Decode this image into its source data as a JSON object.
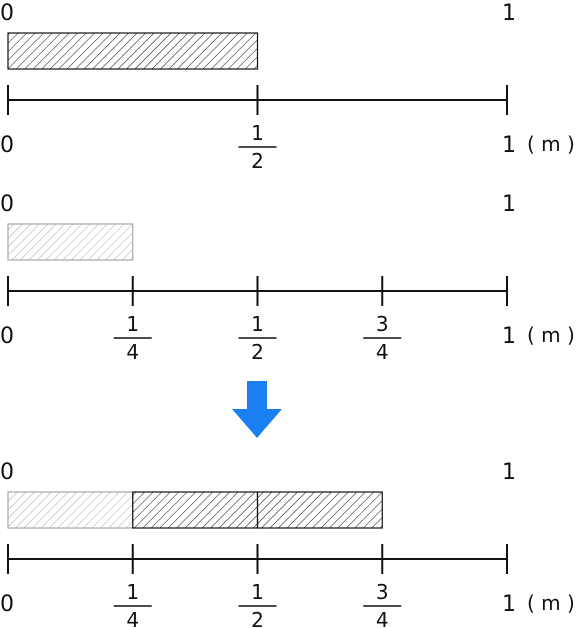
{
  "panels": [
    {
      "top_label_zero": "0",
      "top_label_one": "1",
      "unit": "( m )",
      "ticks": [
        {
          "label": "0"
        },
        {
          "numerator": "1",
          "denominator": "2"
        },
        {
          "label": "1"
        }
      ],
      "bars": [
        {
          "from": 0,
          "to": 0.5,
          "style": "dark"
        }
      ]
    },
    {
      "top_label_zero": "0",
      "top_label_one": "1",
      "unit": "( m )",
      "ticks": [
        {
          "label": "0"
        },
        {
          "numerator": "1",
          "denominator": "4"
        },
        {
          "numerator": "1",
          "denominator": "2"
        },
        {
          "numerator": "3",
          "denominator": "4"
        },
        {
          "label": "1"
        }
      ],
      "bars": [
        {
          "from": 0,
          "to": 0.25,
          "style": "light"
        }
      ]
    },
    {
      "top_label_zero": "0",
      "top_label_one": "1",
      "unit": "( m )",
      "ticks": [
        {
          "label": "0"
        },
        {
          "numerator": "1",
          "denominator": "4"
        },
        {
          "numerator": "1",
          "denominator": "2"
        },
        {
          "numerator": "3",
          "denominator": "4"
        },
        {
          "label": "1"
        }
      ],
      "bars": [
        {
          "from": 0,
          "to": 0.25,
          "style": "light"
        },
        {
          "from": 0.25,
          "to": 0.5,
          "style": "dark"
        },
        {
          "from": 0.5,
          "to": 0.75,
          "style": "dark"
        }
      ]
    }
  ],
  "arrow": {
    "icon": "down-arrow-icon",
    "color": "#1a7ff0"
  },
  "colors": {
    "line": "#111111",
    "dark_hatch": "#111111",
    "light_hatch": "#a8a8a8"
  }
}
